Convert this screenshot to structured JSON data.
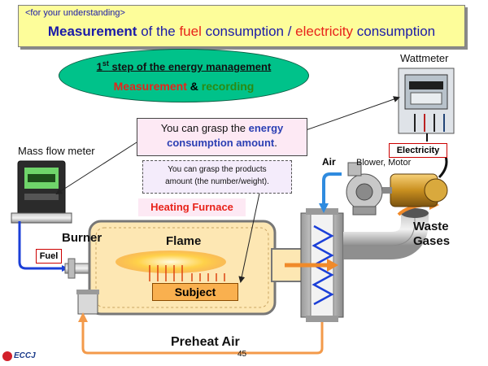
{
  "title": {
    "subtitle": "<for your understanding>",
    "main_part1": "Measurement",
    "main_part2": " of the ",
    "main_part3": "fuel",
    "main_part4": " consumption / ",
    "main_part5": "electricity",
    "main_part6": " consumption"
  },
  "step": {
    "line1_sup": "st",
    "line1_num": "1",
    "line1_rest": " step of the energy management",
    "measurement": "Measurement",
    "amp": " & ",
    "recording": "recording"
  },
  "energy_box": {
    "part1": "You can grasp the ",
    "part2": "energy",
    "part3": "consumption amount",
    "part4": "."
  },
  "products_box": {
    "line1": "You can grasp the products",
    "line2": "amount (the number/weight)."
  },
  "labels": {
    "wattmeter": "Wattmeter",
    "mass_flow_meter": "Mass flow meter",
    "electricity": "Electricity",
    "air": "Air",
    "blower_motor": "Blower,  Motor",
    "heating_furnace": "Heating Furnace",
    "burner": "Burner",
    "flame": "Flame",
    "fuel": "Fuel",
    "subject": "Subject",
    "waste": "Waste",
    "gases": "Gases",
    "preheat_air": "Preheat Air"
  },
  "footer": {
    "page_number": "45",
    "logo": "ECCJ"
  },
  "colors": {
    "banner_bg": "#fdfd9a",
    "ellipse": "#00c28a",
    "title_blue": "#1a1aa8",
    "red": "#e8231a",
    "furnace_body": "#fde7b3",
    "preheat_arrow": "#f39a4a",
    "blue_pipe": "#1b3fd8"
  }
}
